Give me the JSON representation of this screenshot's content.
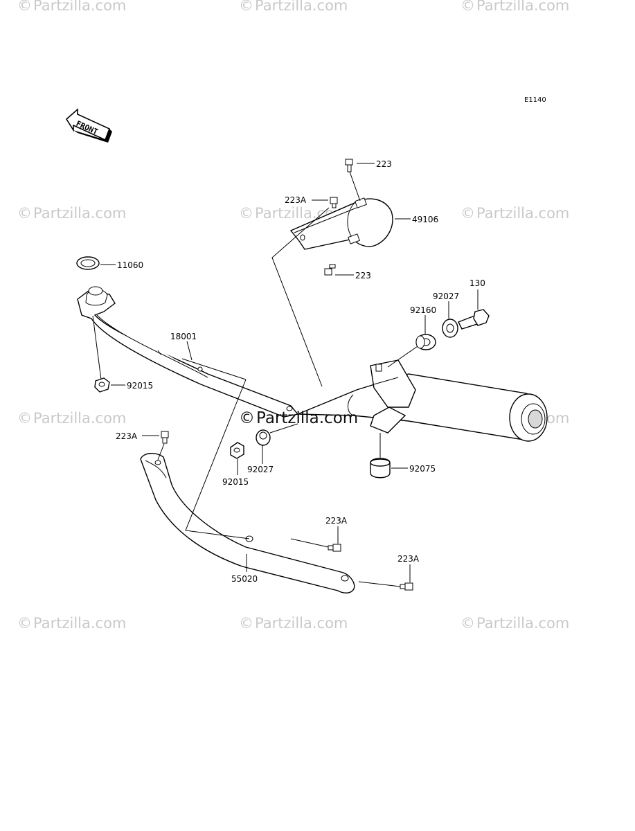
{
  "diagram_id": "E1140",
  "front_label": "FRONT",
  "watermark": {
    "text": "Partzilla.com",
    "symbol": "©"
  },
  "callouts": {
    "p223_top": "223",
    "p223a_top": "223A",
    "p49106": "49106",
    "p223_mid": "223",
    "p11060": "11060",
    "p130": "130",
    "p92027_right": "92027",
    "p92160": "92160",
    "p18001": "18001",
    "p92015_left": "92015",
    "p223a_left": "223A",
    "p92015_mid": "92015",
    "p92027_mid": "92027",
    "p92075": "92075",
    "p223a_lower": "223A",
    "p223a_bottom": "223A",
    "p55020": "55020"
  }
}
